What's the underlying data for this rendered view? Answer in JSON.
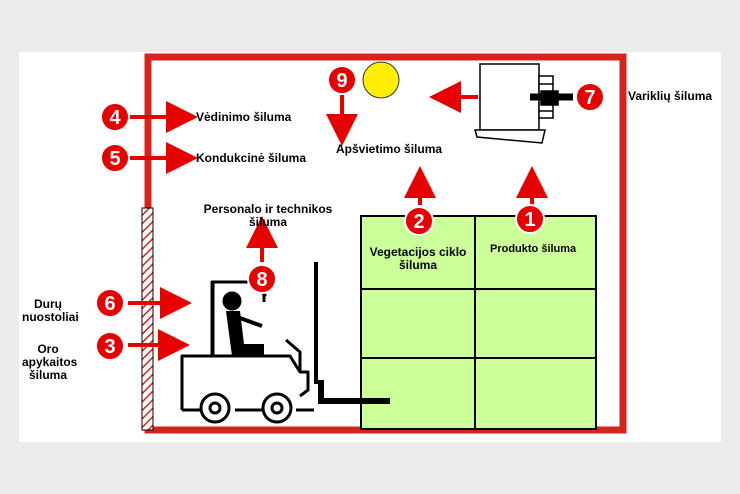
{
  "colors": {
    "red": "#e60000",
    "wall": "#d4241c",
    "rack": "#ccff99",
    "lamp": "#ffee00"
  },
  "markers": [
    "1",
    "2",
    "3",
    "4",
    "5",
    "6",
    "7",
    "8",
    "9"
  ],
  "labels": {
    "produkto": "Produkto šiluma",
    "vegetacijos": "Vegetacijos ciklo šiluma",
    "personalo": "Personalo ir technikos šiluma",
    "apsvietimo": "Apšvietimo šiluma",
    "variklu": "Variklių šiluma",
    "vedinimo": "Vėdinimo šiluma",
    "kondukcine": "Kondukcinė šiluma",
    "duru": "Durų nuostoliai",
    "oro": "Oro apykaitos šiluma"
  }
}
